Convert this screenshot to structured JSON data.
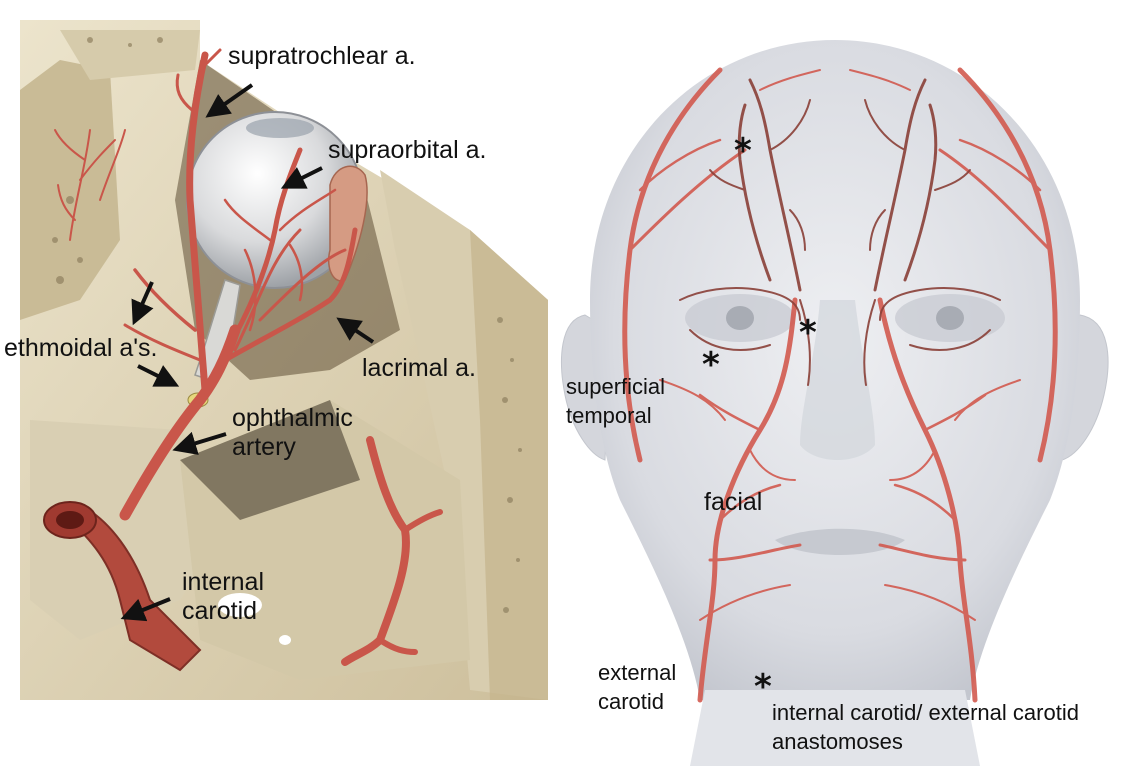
{
  "left_panel": {
    "labels": {
      "supratrochlear": "supratrochlear a.",
      "supraorbital": "supraorbital a.",
      "ethmoidal": "ethmoidal a's.",
      "lacrimal": "lacrimal a.",
      "ophthalmic": "ophthalmic artery",
      "internal_carotid": "internal carotid"
    }
  },
  "right_panel": {
    "labels": {
      "superficial_temporal": "superficial temporal",
      "facial": "facial",
      "external_carotid": "external carotid"
    },
    "anastomosis_marker": "*",
    "legend_text": "internal carotid/ external carotid anastomoses"
  },
  "colors": {
    "artery": "#c9564a",
    "artery_dark": "#8a4038",
    "bone": "#e2d8bd",
    "bone_shadow": "#b8aa86",
    "face": "#dfe1e6"
  }
}
